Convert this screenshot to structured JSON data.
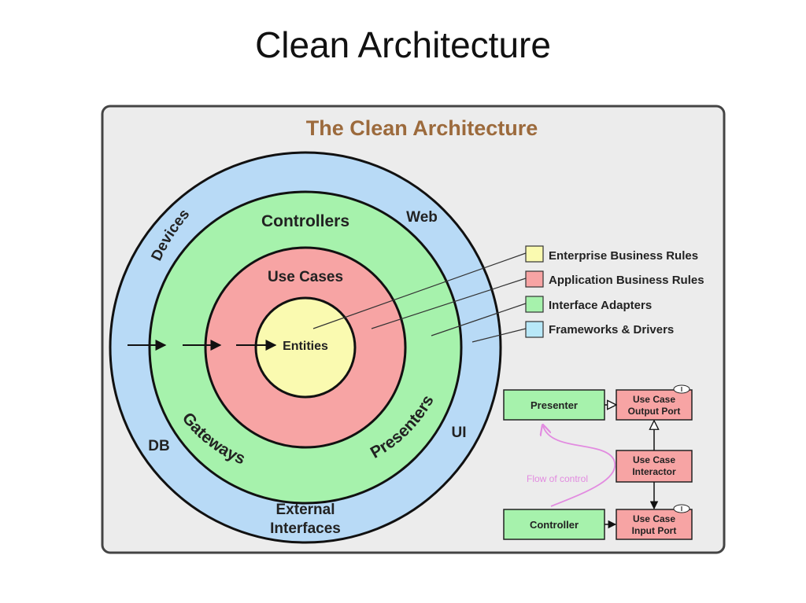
{
  "slide": {
    "title": "Clean Architecture"
  },
  "diagram": {
    "title": "The Clean Architecture",
    "rings": {
      "outer": [
        "Devices",
        "Web",
        "UI",
        "DB",
        "External",
        "Interfaces"
      ],
      "interface_adapters": [
        "Controllers",
        "Gateways",
        "Presenters"
      ],
      "application": [
        "Use Cases"
      ],
      "core": [
        "Entities"
      ]
    },
    "legend": [
      {
        "label": "Enterprise Business Rules",
        "color": "#fafab0"
      },
      {
        "label": "Application Business Rules",
        "color": "#f7a4a4"
      },
      {
        "label": "Interface Adapters",
        "color": "#a6f2ac"
      },
      {
        "label": "Frameworks & Drivers",
        "color": "#b8e8f8"
      }
    ],
    "flow": {
      "presenter": "Presenter",
      "output_port": [
        "Use Case",
        "Output Port"
      ],
      "interactor": [
        "Use Case",
        "Interactor"
      ],
      "controller": "Controller",
      "input_port": [
        "Use Case",
        "Input Port"
      ],
      "flow_label": "Flow of control",
      "interface_marker": "I"
    },
    "colors": {
      "outer_ring": "#b8daf6",
      "adapters_ring": "#a6f2ac",
      "application_ring": "#f7a4a4",
      "core": "#fafab0",
      "title": "#9c6a3c",
      "flow_label": "#e28be0",
      "frame_bg": "#ececec"
    }
  }
}
